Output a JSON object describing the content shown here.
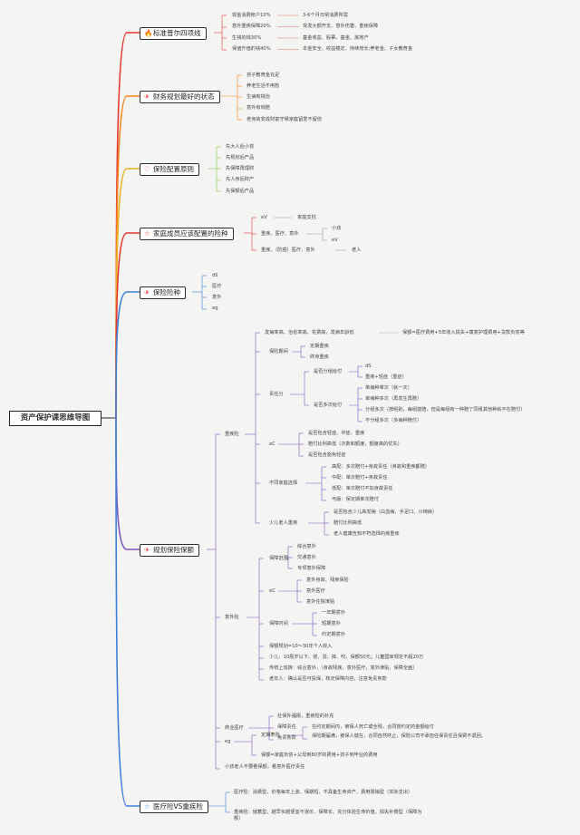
{
  "root": "资产保护课思维导图",
  "colors": {
    "red": "#e53935",
    "orange": "#f5821f",
    "yellow": "#e8b422",
    "green": "#8bc34a",
    "blue": "#3f7fd8",
    "purple": "#7e57c2"
  },
  "b1": {
    "icon": "🔥",
    "title": "标准普尔四项线",
    "a": [
      "现金消费帐户10%",
      "意外重疾保障20%",
      "生钱的钱30%",
      "保值升值的钱40%"
    ],
    "b": [
      "3-6个月日常消费所需",
      "突发大额开支、意外伤害、重疾保障",
      "基金收益、股票、基金、房地产",
      "本金安全、收益稳定、持续增长;养老金、子女教育金"
    ]
  },
  "b2": {
    "icon": "✈",
    "title": "财务规划最好的状态",
    "items": [
      "孩子教育金充足",
      "养老生活不用愁",
      "生病有钱治",
      "意外有钱赔",
      "老身故变成财富守候家庭留爱不留债"
    ]
  },
  "b3": {
    "icon": "♡",
    "title": "保险配置原则",
    "items": [
      "先大人后小孩",
      "先规划后产品",
      "先保障再理财",
      "先人身后财产",
      "先保额后产品"
    ]
  },
  "b4": {
    "icon": "☆",
    "title": "家庭成员应该配置的险种",
    "r1": "eV",
    "r1b": "家庭支柱",
    "r2": "重疾、医疗、意外",
    "r2a": "小孩",
    "r2b": "eV",
    "r3": "重疾、（防癌）医疗、意外",
    "r3b": "老人"
  },
  "b5": {
    "icon": "✈",
    "title": "保险险种",
    "items": [
      "dS",
      "医疗",
      "意外",
      "eg"
    ]
  },
  "b6": {
    "icon": "✈",
    "title": "规划保险保额",
    "zj": "重疾险",
    "z1": "发病率高、治愈率高、花费高、发病年龄低",
    "z1b": "保额=医疗费用+5年收入损失+康复护理费用+贷款负债等",
    "bxqj": "保险期间",
    "bxqj_items": [
      "定期重疾",
      "终身重疾"
    ],
    "zr": "责任分",
    "zr1": "是否分组给付",
    "zr1_items": [
      "dS",
      "重疾+轻症（重症）"
    ],
    "zr2": "是否多次给付",
    "zr2_items": [
      "单病种单次（就一次）",
      "单病种多次（再发生再赔）",
      "分组多次（按组别，每组能赔，但是每组有一种赔了同组其他种就不在赔付）",
      "不分组多次（多病种赔付）"
    ],
    "ec": "eC",
    "ec_items": [
      "是否包含轻症、中症、重疾",
      "赔付比例高低（次数和额度，额度高的优先）",
      "是否包含豁免轻症"
    ],
    "bt": "不同家庭选择",
    "bt_items": [
      "高配：多次赔付+身故责任（身故和重疾都赔）",
      "中配：单次赔付+身故责任",
      "低配：单次赔付不加身故责任",
      "丐版：保定期单次赔付"
    ],
    "sx": "少儿老人重疾",
    "sx_items": [
      "是否包含少儿高发病（白血病、手足口、川崎病）",
      "赔付比例高低",
      "老人健康告知不符选择的疾重疾"
    ],
    "yw": "意外险",
    "bzfw": "保障范围",
    "bzfw_items": [
      "综合意外",
      "交通意外",
      "专项意外保障"
    ],
    "yec": "eC",
    "yec_items": [
      "意外身故、残疾保险",
      "意外医疗",
      "意外住院津贴"
    ],
    "bzsj": "保障时间",
    "bzsj_items": [
      "一年期意外",
      "短期意外",
      "约定期意外"
    ],
    "yw_more": [
      "保额规划=10～30年个人收入",
      "少儿：10周岁以下、侵、烫、摔、咬，保额50元；儿童国家规定不超20万",
      "传统上班族：综合意外，（身故残疾，意外医疗，意外津贴，保障全面）",
      "老年人：确认是否可投保，核定保障内容，注意免责条款"
    ],
    "sy": "商业医疗",
    "sy_items": [
      "社保外福报，重疾险的补充",
      "保障责任",
      "免责条款"
    ],
    "eg": "eg",
    "dqss": "定期寿险",
    "dqss_items": [
      "在约定期间内，被保人死亡或全残，合同按约定的金额给付",
      "保险期届满，被保人健在，合同自然终止，保险公司不承担任保责任且保费不退回。"
    ],
    "eg_formula": "保额=家庭负债+父母到80岁的费用+孩子到毕业的费用",
    "last": "小孩老人不要看保额，看意外医疗责任"
  },
  "b7": {
    "icon": "☆",
    "title": "医疗险VS重疾险",
    "items": [
      "医疗险：消费型、价格每年上涨、保期短、不具备生命资产、费用报销型（实际支出）",
      "重疾险：储蓄型、越早买越便宜不涨价、保障长、充分体验生命价值、损失补偿型（保障为额）"
    ]
  }
}
